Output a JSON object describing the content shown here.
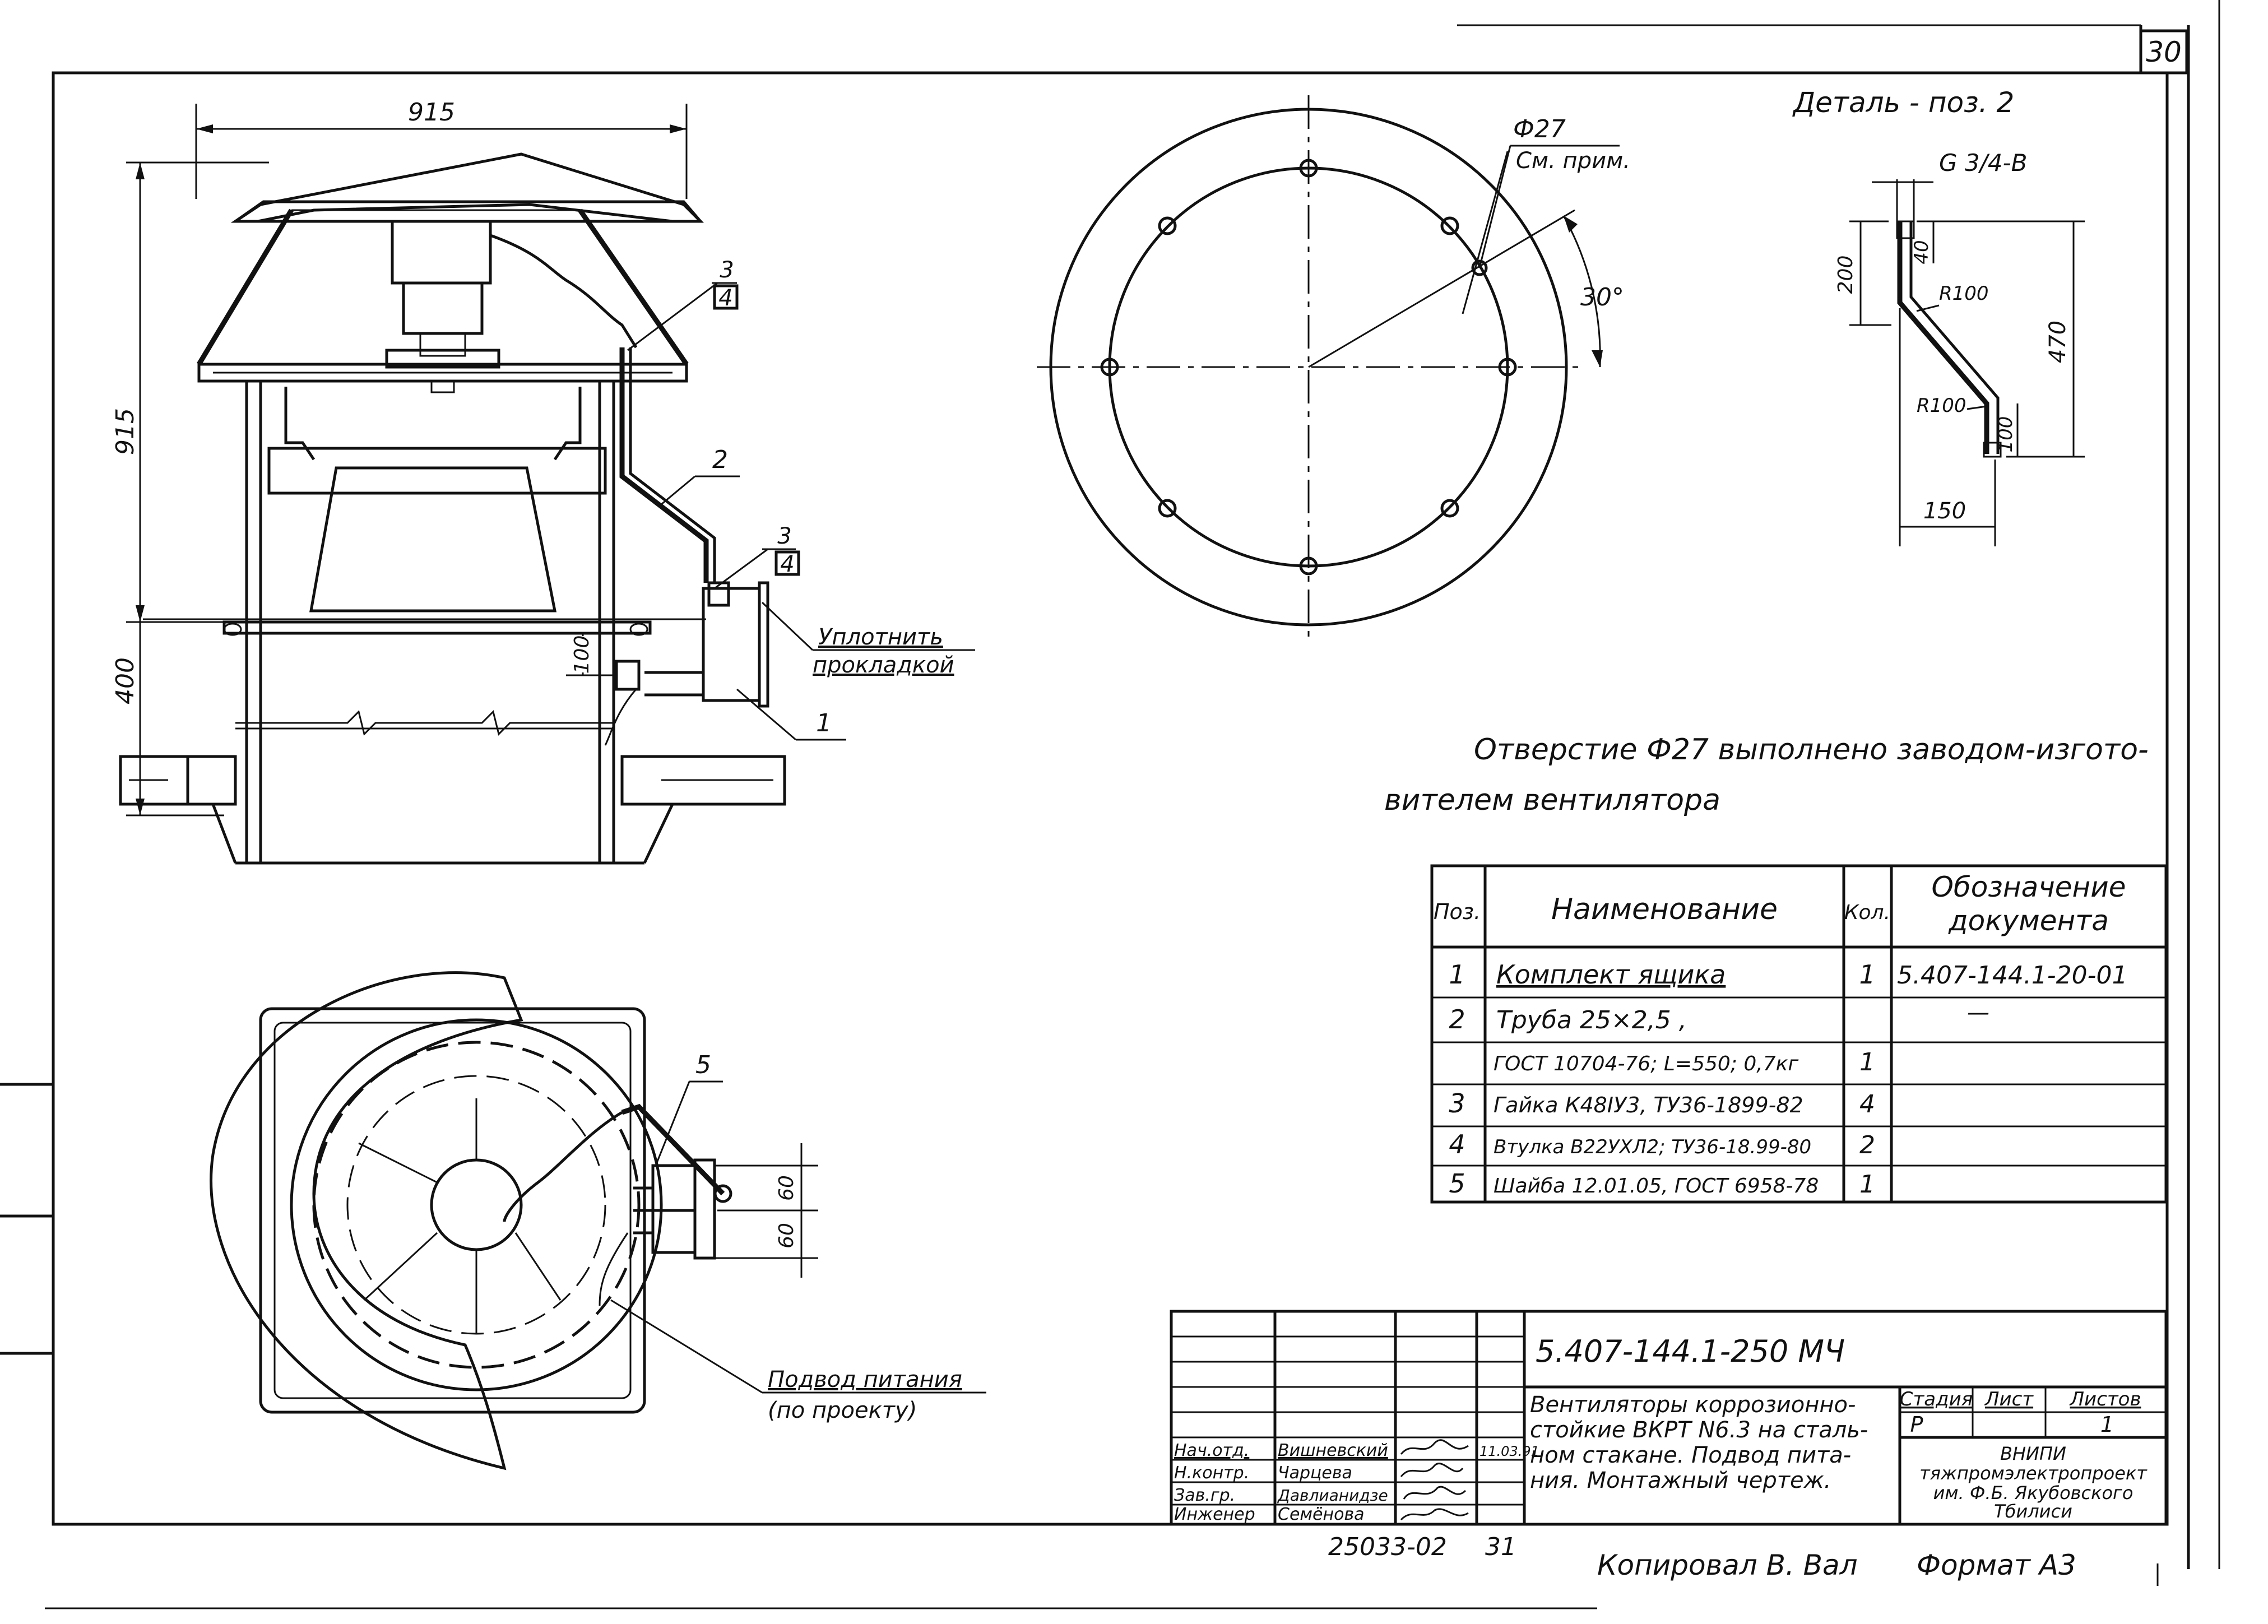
{
  "sheet": {
    "sheet_number": "30",
    "top_view_dims": {
      "width": "915",
      "height": "915",
      "depth": "400",
      "socket": "100",
      "flange_top": "60",
      "flange_bottom": "60"
    },
    "callouts": {
      "c3a_top": "3",
      "c3a_bottom": "4",
      "c2": "2",
      "c3b_top": "3",
      "c3b_bottom": "4",
      "c1": "1",
      "c5": "5"
    },
    "seal_note_line1": "Уплотнить",
    "seal_note_line2": "прокладкой",
    "power_note_line1": "Подвод питания",
    "power_note_line2": "(по проекту)"
  },
  "ring": {
    "hole_label": "Ф27",
    "hole_note": "См. прим.",
    "angle": "30°"
  },
  "detail": {
    "title": "Деталь - поз. 2",
    "thread": "G 3/4-B",
    "dim_200": "200",
    "dim_40": "40",
    "dim_470": "470",
    "r_upper": "R100",
    "r_lower": "R100",
    "dim_100": "100",
    "dim_150": "150"
  },
  "note": {
    "line1": "Отверстие Ф27 выполнено заводом-изгото-",
    "line2": "вителем вентилятора"
  },
  "spec_table": {
    "headers": {
      "pos": "Поз.",
      "name": "Наименование",
      "qty": "Кол.",
      "doc_line1": "Обозначение",
      "doc_line2": "документа"
    },
    "rows": [
      {
        "pos": "1",
        "name": "Комплект ящика",
        "qty": "1",
        "doc": "5.407-144.1-20-01"
      },
      {
        "pos": "2",
        "name": "Труба 25×2,5 ,",
        "qty": "",
        "doc": "—"
      },
      {
        "pos": "",
        "name": "ГОСТ 10704-76; L=550; 0,7кг",
        "qty": "1",
        "doc": ""
      },
      {
        "pos": "3",
        "name": "Гайка К48IУ3, ТУ36-1899-82",
        "qty": "4",
        "doc": ""
      },
      {
        "pos": "4",
        "name": "Втулка В22УХЛ2; ТУ36-18.99-80",
        "qty": "2",
        "doc": ""
      },
      {
        "pos": "5",
        "name": "Шайба 12.01.05, ГОСТ 6958-78",
        "qty": "1",
        "doc": ""
      }
    ]
  },
  "title_block": {
    "designation": "5.407-144.1-250 МЧ",
    "title_lines": [
      "Вентиляторы коррозионно-",
      "стойкие ВКРТ N6.3 на сталь-",
      "ном стакане. Подвод пита-",
      "ния. Монтажный чертеж."
    ],
    "stage_label": "Стадия",
    "sheet_label": "Лист",
    "sheets_label": "Листов",
    "stage_value": "Р",
    "sheet_value": "",
    "sheets_value": "1",
    "org_lines": [
      "ВНИПИ",
      "тяжпромэлектропроект",
      "им. Ф.Б. Якубовского",
      "Тбилиси"
    ],
    "staff": [
      {
        "role": "Нач.отд.",
        "name": "Вишневский",
        "date": "11.03.91"
      },
      {
        "role": "Н.контр.",
        "name": "Чарцева",
        "date": ""
      },
      {
        "role": "Зав.гр.",
        "name": "Давлианидзе",
        "date": ""
      },
      {
        "role": "Инженер",
        "name": "Семёнова",
        "date": ""
      }
    ]
  },
  "footer": {
    "archive_number": "25033-02",
    "archive_sheet": "31",
    "copied_by": "Копировал В. Вал",
    "format": "Формат А3"
  }
}
